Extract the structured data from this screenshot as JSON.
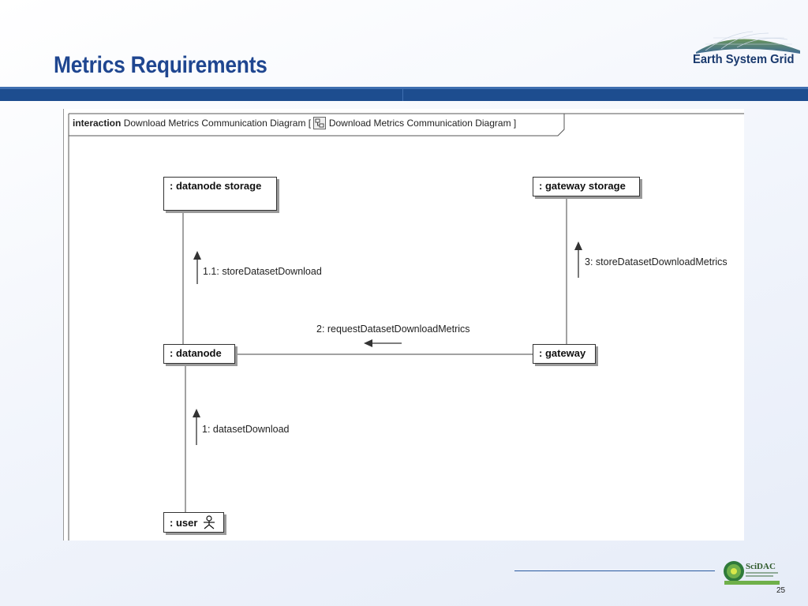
{
  "slide": {
    "title": "Metrics Requirements",
    "logo_text": "Earth System Grid",
    "page_number": "25",
    "footer_logo_text": "SciDAC"
  },
  "diagram": {
    "frame": {
      "keyword": "interaction",
      "name": "Download Metrics Communication Diagram",
      "bracket_open": "[",
      "ref_name": "Download Metrics Communication Diagram",
      "bracket_close": "]"
    },
    "nodes": {
      "datanode_storage": ": datanode storage",
      "gateway_storage": ": gateway storage",
      "datanode": ": datanode",
      "gateway": ": gateway",
      "user": ": user"
    },
    "messages": {
      "m1": "1:  datasetDownload",
      "m1_1": "1.1:  storeDatasetDownload",
      "m2": "2:  requestDatasetDownloadMetrics",
      "m3": "3:  storeDatasetDownloadMetrics"
    }
  }
}
